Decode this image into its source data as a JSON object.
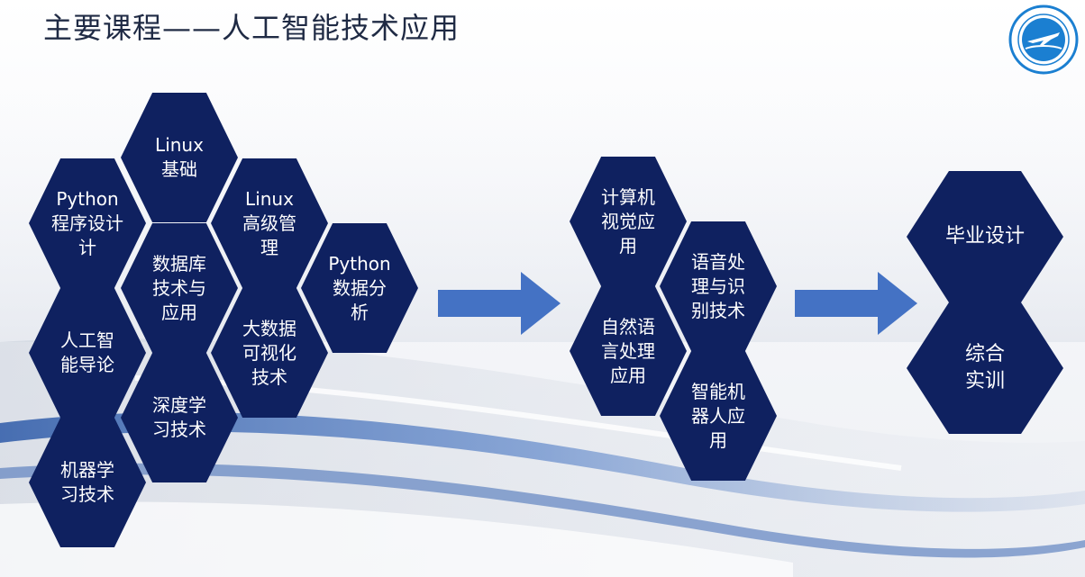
{
  "title": "主要课程——人工智能技术应用",
  "logo": {
    "icon": "school-emblem-icon",
    "color": "#1b7fd1"
  },
  "colors": {
    "hex_fill": "#0f2160",
    "arrow_fill": "#4472c4",
    "text": "#ffffff"
  },
  "courses": {
    "linux_basics": "Linux\n基础",
    "python_programming": "Python\n程序设计\n计",
    "linux_admin": "Linux\n高级管\n理",
    "database": "数据库\n技术与\n应用",
    "python_analysis": "Python\n数据分\n析",
    "ai_intro": "人工智\n能导论",
    "big_data_vis": "大数据\n可视化\n技术",
    "deep_learning": "深度学\n习技术",
    "machine_learning": "机器学\n习技术",
    "computer_vision": "计算机\n视觉应\n用",
    "speech": "语音处\n理与识\n别技术",
    "nlp": "自然语\n言处理\n应用",
    "robot": "智能机\n器人应\n用",
    "graduation": "毕业设计",
    "training": "综合\n实训"
  }
}
